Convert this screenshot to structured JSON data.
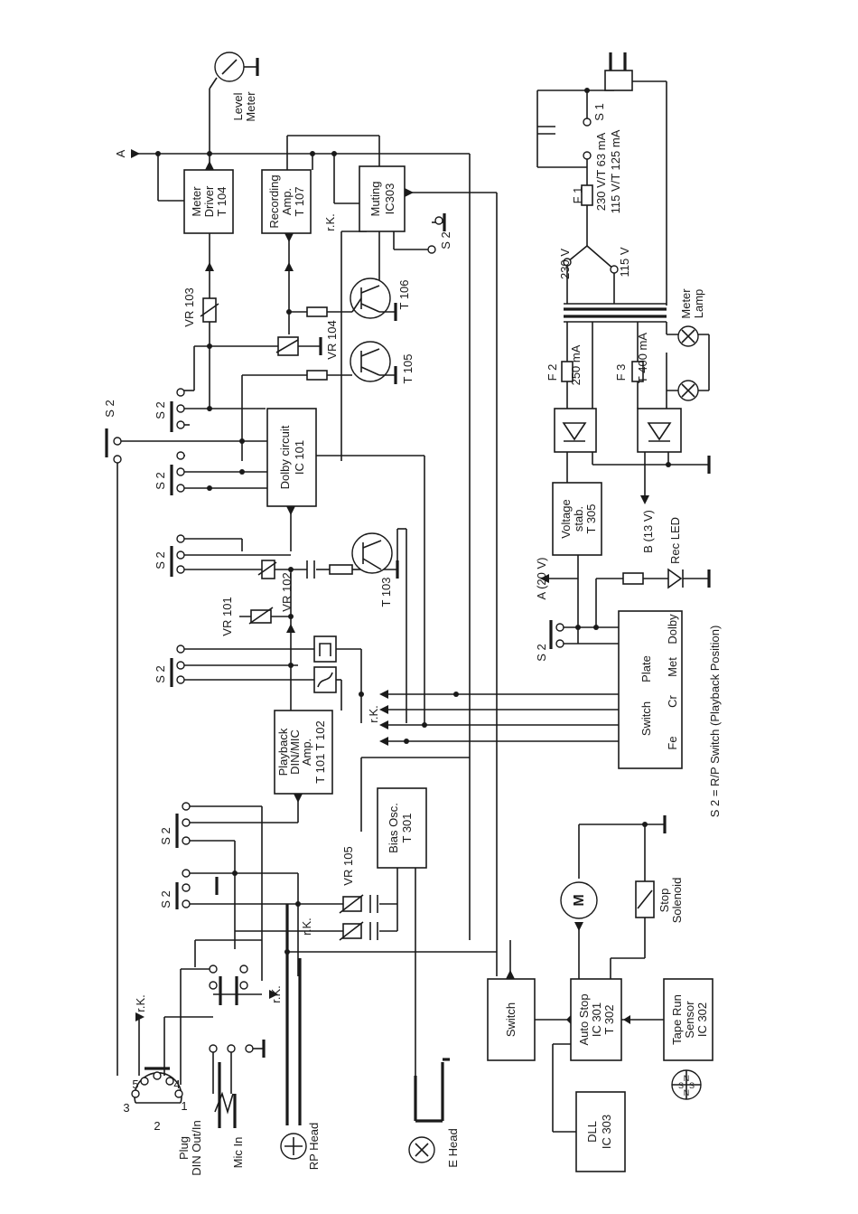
{
  "blocks": {
    "meter_driver": [
      "Meter",
      "Driver",
      "T 104"
    ],
    "recording_amp": [
      "Recording",
      "Amp.",
      "T 107"
    ],
    "muting": [
      "Muting",
      "IC303"
    ],
    "dolby": [
      "Dolby circuit",
      "IC 101"
    ],
    "playback": [
      "Playback",
      "DIN/MIC",
      "Amp.",
      "T 101  T 102"
    ],
    "bias_osc": [
      "Bias Osc.",
      "T 301"
    ],
    "voltage_stab": [
      "Voltage",
      "stab.",
      "T 305"
    ],
    "switch_box": [
      "Switch",
      "Fe",
      "Cr",
      "Met",
      "Plate",
      "Dolby"
    ],
    "auto_stop": [
      "Auto Stop",
      "IC 301",
      "T 302"
    ],
    "switch_small": [
      "Switch"
    ],
    "tape_run": [
      "Tape Run",
      "Sensor",
      "IC 302"
    ],
    "dll": [
      "DLL",
      "IC 303"
    ]
  },
  "labels": {
    "level_meter": [
      "Level",
      "Meter"
    ],
    "a_top": "A",
    "vr103": "VR 103",
    "vr104": "VR 104",
    "vr101": "VR 101",
    "vr102": "VR 102",
    "vr105": "VR 105",
    "t106": "T 106",
    "t105": "T 105",
    "t103": "T 103",
    "rk": "r.K.",
    "s2": "S 2",
    "s1": "S 1",
    "f1": [
      "F 1",
      "230 V/T  63 mA",
      "115 V/T 125 mA"
    ],
    "v230": "230 V",
    "v115": "115 V",
    "f2": [
      "F 2",
      "250 mA"
    ],
    "f3": [
      "F 3",
      "T 400 mA"
    ],
    "meter_lamp": [
      "Meter",
      "Lamp"
    ],
    "b13": "B (13 V)",
    "rec_led": "Rec LED",
    "a20": "A (20 V)",
    "s2_note": "S 2 = R/P Switch (Playback Position)",
    "stop_solenoid": [
      "Stop",
      "Solenoid"
    ],
    "motor": "M",
    "plug": [
      "Plug",
      "DIN Out/In"
    ],
    "mic_in": "Mic In",
    "rp_head": "RP Head",
    "e_head": "E Head",
    "pin_3": "3",
    "pin_5": "5",
    "pin_4": "4",
    "pin_1": "1",
    "pin_2": "2",
    "compass": [
      "N",
      "S",
      "S",
      "N"
    ]
  }
}
